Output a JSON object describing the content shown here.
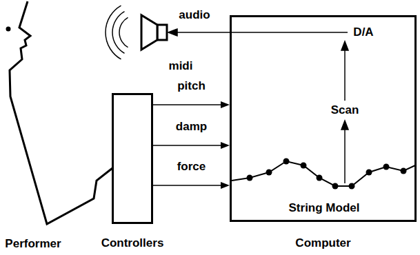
{
  "diagram": {
    "nodes": [
      {
        "text": [
          "Controllers"
        ]
      },
      {
        "text": [
          "Computer"
        ]
      }
    ],
    "edges": [
      {
        "from": 0,
        "to": 1,
        "label": "pitch",
        "arrow": "to"
      },
      {
        "from": 0,
        "to": 1,
        "label": "damp",
        "arrow": "to"
      },
      {
        "from": 0,
        "to": 1,
        "label": "force",
        "arrow": "to"
      }
    ],
    "labels": [
      "audio",
      "midi",
      "D/A",
      "Scan",
      "String Model",
      "Performer"
    ]
  }
}
